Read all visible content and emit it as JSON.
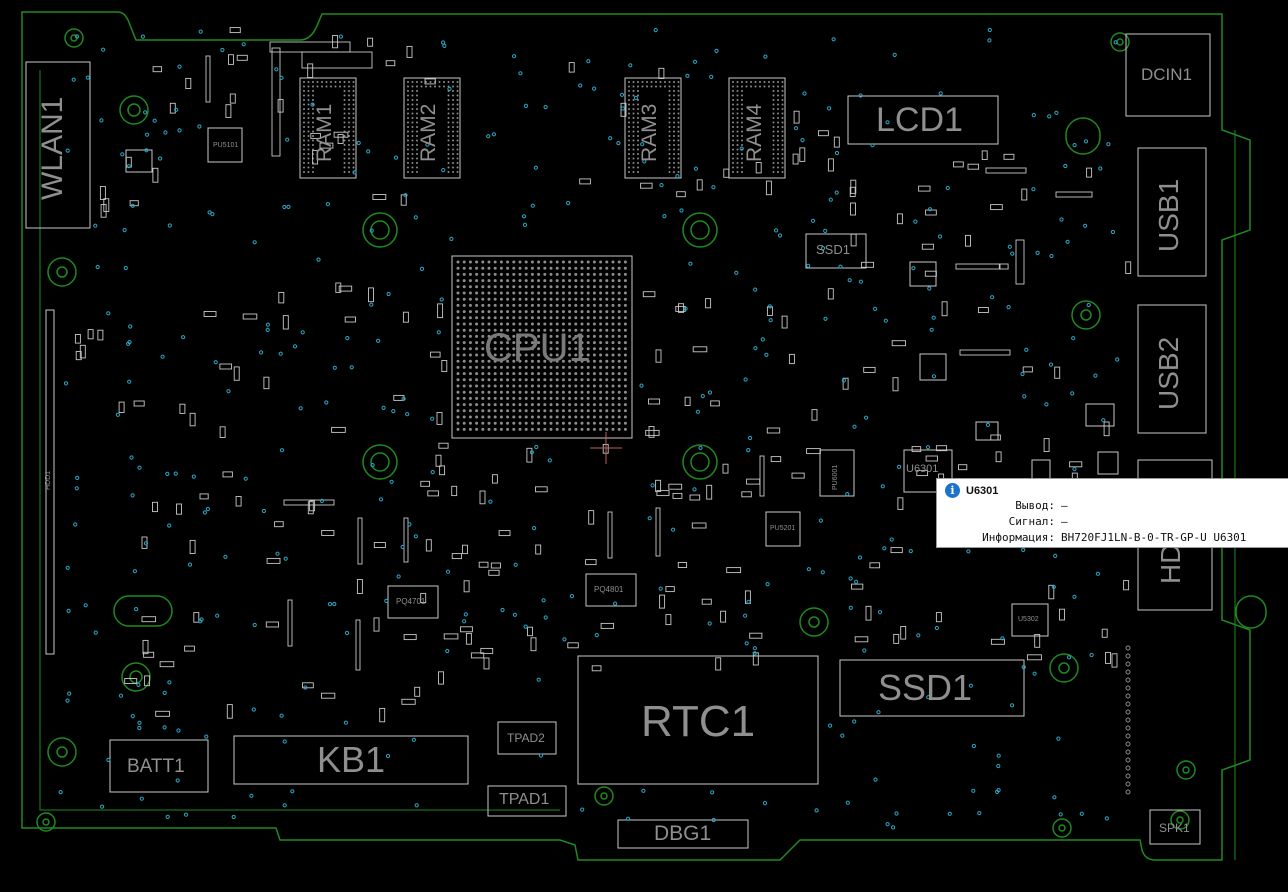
{
  "board": {
    "components": {
      "wlan": "WLAN1",
      "ram1": "RAM1",
      "ram2": "RAM2",
      "ram3": "RAM3",
      "ram4": "RAM4",
      "lcd": "LCD1",
      "dcin": "DCIN1",
      "usb1": "USB1",
      "usb2": "USB2",
      "hdmi": "HD",
      "cpu": "CPU1",
      "ssd_conn": "SSD1",
      "ssd_small": "SSD1",
      "u6301": "U6301",
      "rtc": "RTC1",
      "kb": "KB1",
      "batt": "BATT1",
      "tpad1": "TPAD1",
      "tpad2": "TPAD2",
      "dbg": "DBG1",
      "spk": "SPK1",
      "pq4701": "PQ4701",
      "pq4801": "PQ4801",
      "pu5101": "PU5101",
      "pu6001": "PU6001",
      "pu5201": "PU5201",
      "u5302": "U5302",
      "hdd": "HDD1"
    }
  },
  "tooltip": {
    "title": "U6301",
    "icon": "info-icon",
    "rows": [
      {
        "key": "Вывод:",
        "value": "—"
      },
      {
        "key": "Сигнал:",
        "value": "—"
      },
      {
        "key": "Информация:",
        "value": "BH720FJ1LN-B-0-TR-GP-U U6301"
      }
    ]
  },
  "colors": {
    "background": "#000000",
    "outline": "#1f8a1f",
    "silkscreen": "#c8c8c8",
    "via": "#2aa6c4",
    "tooltip_bg": "#ffffff",
    "info_icon": "#1a73c9"
  }
}
